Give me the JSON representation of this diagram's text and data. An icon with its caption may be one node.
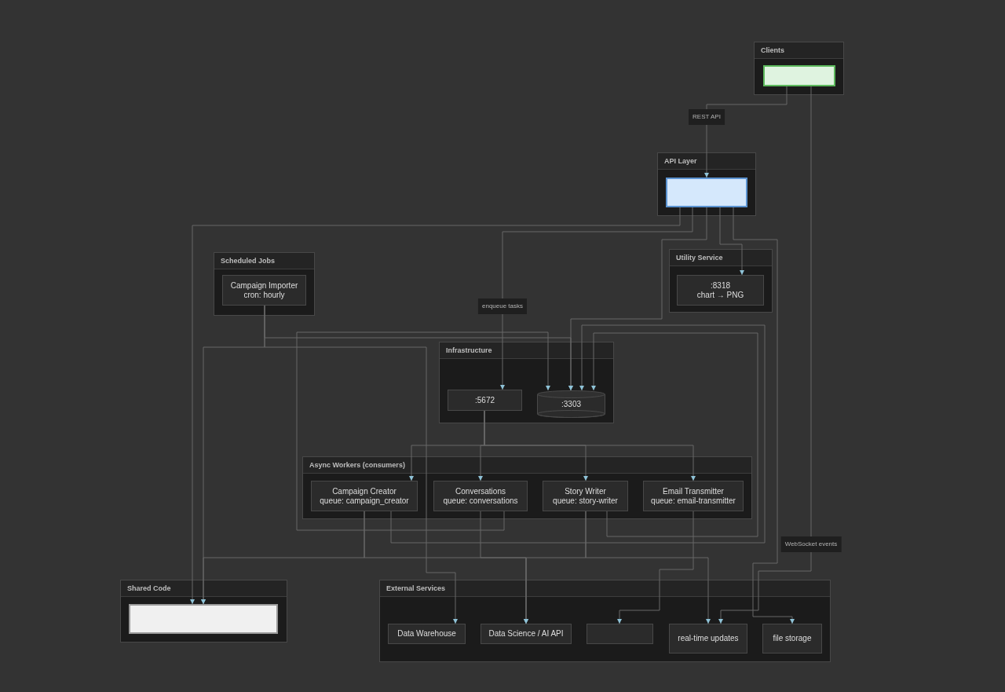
{
  "diagram": {
    "nodes": [
      {
        "text": [
          "Clients"
        ]
      },
      {
        "text": [],
        "shape": "box",
        "in": 0
      },
      {
        "text": [
          "API Layer"
        ]
      },
      {
        "text": [],
        "shape": "box",
        "in": 2
      },
      {
        "text": [
          "Scheduled Jobs"
        ]
      },
      {
        "text": [
          "Campaign Importer",
          "cron: hourly"
        ],
        "in": 4
      },
      {
        "text": [
          "Utility Service"
        ]
      },
      {
        "text": [
          ":8318",
          "chart → PNG"
        ],
        "in": 6
      },
      {
        "text": [
          "Infrastructure"
        ]
      },
      {
        "text": [
          ":5672"
        ],
        "in": 8
      },
      {
        "text": [
          ":3303"
        ],
        "in": 8
      },
      {
        "text": [
          "Async Workers (consumers)"
        ]
      },
      {
        "text": [
          "Campaign Creator",
          "queue: campaign_creator"
        ],
        "in": 11
      },
      {
        "text": [
          "Conversations",
          "queue: conversations"
        ],
        "in": 11
      },
      {
        "text": [
          "Story Writer",
          "queue: story-writer"
        ],
        "in": 11
      },
      {
        "text": [
          "Email Transmitter",
          "queue: email-transmitter"
        ],
        "in": 11
      },
      {
        "text": [
          "Shared Code"
        ]
      },
      {
        "text": [],
        "shape": "box",
        "in": 16
      },
      {
        "text": [
          "External Services"
        ]
      },
      {
        "text": [
          "Data Warehouse"
        ],
        "in": 18
      },
      {
        "text": [
          "Data Science / AI API"
        ],
        "in": 18
      },
      {
        "text": [],
        "shape": "box",
        "in": 18
      },
      {
        "text": [
          "real-time updates"
        ],
        "in": 18
      },
      {
        "text": [
          "file storage"
        ],
        "in": 18
      }
    ],
    "edges": [
      {
        "from": 1,
        "to": 3,
        "arrow": "to",
        "label": "REST API"
      },
      {
        "from": 1,
        "to": 22,
        "arrow": "to",
        "label": "WebSocket events"
      },
      {
        "from": 3,
        "to": 17,
        "arrow": "to"
      },
      {
        "from": 3,
        "to": 9,
        "arrow": "to",
        "label": "enqueue tasks"
      },
      {
        "from": 3,
        "to": 10,
        "arrow": "to"
      },
      {
        "from": 3,
        "to": 7,
        "arrow": "to"
      },
      {
        "from": 3,
        "to": 23,
        "arrow": "to"
      },
      {
        "from": 5,
        "to": 10,
        "arrow": "to"
      },
      {
        "from": 5,
        "to": 19,
        "arrow": "to"
      },
      {
        "from": 5,
        "to": 17,
        "arrow": "to"
      },
      {
        "from": 9,
        "to": 12,
        "arrow": "to"
      },
      {
        "from": 9,
        "to": 13,
        "arrow": "to"
      },
      {
        "from": 9,
        "to": 14,
        "arrow": "to"
      },
      {
        "from": 9,
        "to": 15,
        "arrow": "to"
      },
      {
        "from": 12,
        "to": 10,
        "arrow": "to"
      },
      {
        "from": 13,
        "to": 10,
        "arrow": "to"
      },
      {
        "from": 14,
        "to": 10,
        "arrow": "to"
      },
      {
        "from": 15,
        "to": 21,
        "arrow": "to"
      },
      {
        "from": 12,
        "to": 17,
        "arrow": "to"
      },
      {
        "from": 12,
        "to": 20,
        "arrow": "to"
      },
      {
        "from": 13,
        "to": 20,
        "arrow": "to"
      },
      {
        "from": 14,
        "to": 20,
        "arrow": "to"
      },
      {
        "from": 14,
        "to": 22,
        "arrow": "to"
      }
    ]
  }
}
